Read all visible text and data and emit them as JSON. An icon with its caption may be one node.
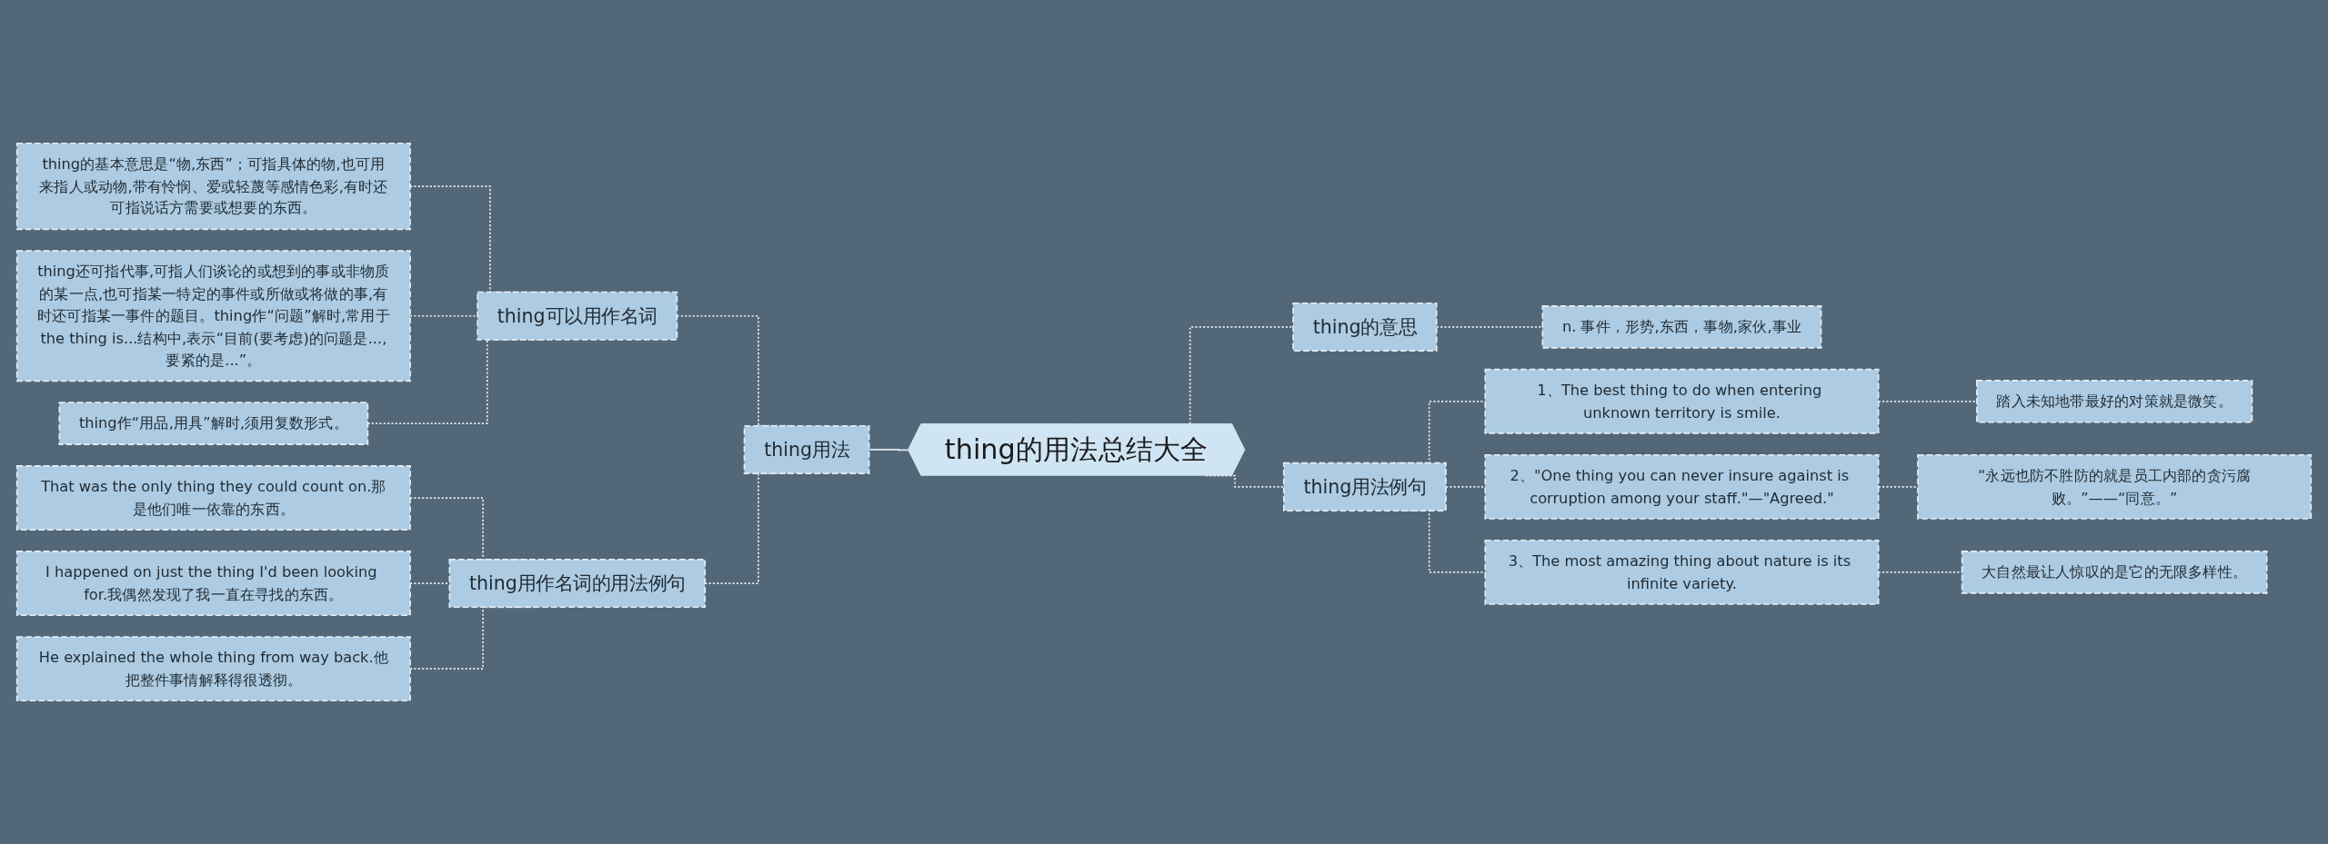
{
  "diagram": {
    "nodes": [
      {
        "text": [
          "thing的用法总结大全"
        ]
      },
      {
        "text": [
          "thing用法"
        ]
      },
      {
        "text": [
          "thing可以用作名词"
        ]
      },
      {
        "text": [
          "thing的基本意思是“物,东西”；可指具体的物,也可用来指人或动物,带有怜悯、爱或轻蔑等感情色彩,有时还可指说话方需要或想要的东西。"
        ]
      },
      {
        "text": [
          "thing还可指代事,可指人们谈论的或想到的事或非物质的某一点,也可指某一特定的事件或所做或将做的事,有时还可指某一事件的题目。thing作“问题”解时,常用于the thing is...结构中,表示“目前(要考虑)的问题是...,要紧的是...”。"
        ]
      },
      {
        "text": [
          "thing作“用品,用具”解时,须用复数形式。"
        ]
      },
      {
        "text": [
          "thing用作名词的用法例句"
        ]
      },
      {
        "text": [
          "That was the only thing they could count on.那是他们唯一依靠的东西。"
        ]
      },
      {
        "text": [
          "I happened on just the thing I'd been looking for.我偶然发现了我一直在寻找的东西。"
        ]
      },
      {
        "text": [
          "He explained the whole thing from way back.他把整件事情解释得很透彻。"
        ]
      },
      {
        "text": [
          "thing的意思"
        ]
      },
      {
        "text": [
          "n. 事件，形势,东西，事物,家伙,事业"
        ]
      },
      {
        "text": [
          "thing用法例句"
        ]
      },
      {
        "text": [
          "1、The best thing to do when entering unknown territory is smile."
        ]
      },
      {
        "text": [
          "踏入未知地带最好的对策就是微笑。"
        ]
      },
      {
        "text": [
          "2、\"One thing you can never insure against is corruption among your staff.\"—\"Agreed.\""
        ]
      },
      {
        "text": [
          "“永远也防不胜防的就是员工内部的贪污腐败。”——“同意。”"
        ]
      },
      {
        "text": [
          "3、The most amazing thing about nature is its infinite variety."
        ]
      },
      {
        "text": [
          "大自然最让人惊叹的是它的无限多样性。"
        ]
      }
    ],
    "edges": [
      {
        "from": 3,
        "to": 2,
        "arrow": "none",
        "style": "dashed"
      },
      {
        "from": 4,
        "to": 2,
        "arrow": "none",
        "style": "dashed"
      },
      {
        "from": 5,
        "to": 2,
        "arrow": "none",
        "style": "dashed"
      },
      {
        "from": 7,
        "to": 6,
        "arrow": "none",
        "style": "dashed"
      },
      {
        "from": 8,
        "to": 6,
        "arrow": "none",
        "style": "dashed"
      },
      {
        "from": 9,
        "to": 6,
        "arrow": "none",
        "style": "dashed"
      },
      {
        "from": 2,
        "to": 1,
        "arrow": "none",
        "style": "dashed"
      },
      {
        "from": 6,
        "to": 1,
        "arrow": "none",
        "style": "dashed"
      },
      {
        "from": 1,
        "to": 0,
        "arrow": "none"
      },
      {
        "from": 0,
        "to": 10,
        "arrow": "none",
        "style": "dashed"
      },
      {
        "from": 0,
        "to": 12,
        "arrow": "none",
        "style": "dashed"
      },
      {
        "from": 10,
        "to": 11,
        "arrow": "none",
        "style": "dashed"
      },
      {
        "from": 12,
        "to": 13,
        "arrow": "none",
        "style": "dashed"
      },
      {
        "from": 12,
        "to": 15,
        "arrow": "none",
        "style": "dashed"
      },
      {
        "from": 12,
        "to": 17,
        "arrow": "none",
        "style": "dashed"
      },
      {
        "from": 13,
        "to": 14,
        "arrow": "none",
        "style": "dashed"
      },
      {
        "from": 15,
        "to": 16,
        "arrow": "none",
        "style": "dashed"
      },
      {
        "from": 17,
        "to": 18,
        "arrow": "none",
        "style": "dashed"
      }
    ]
  }
}
